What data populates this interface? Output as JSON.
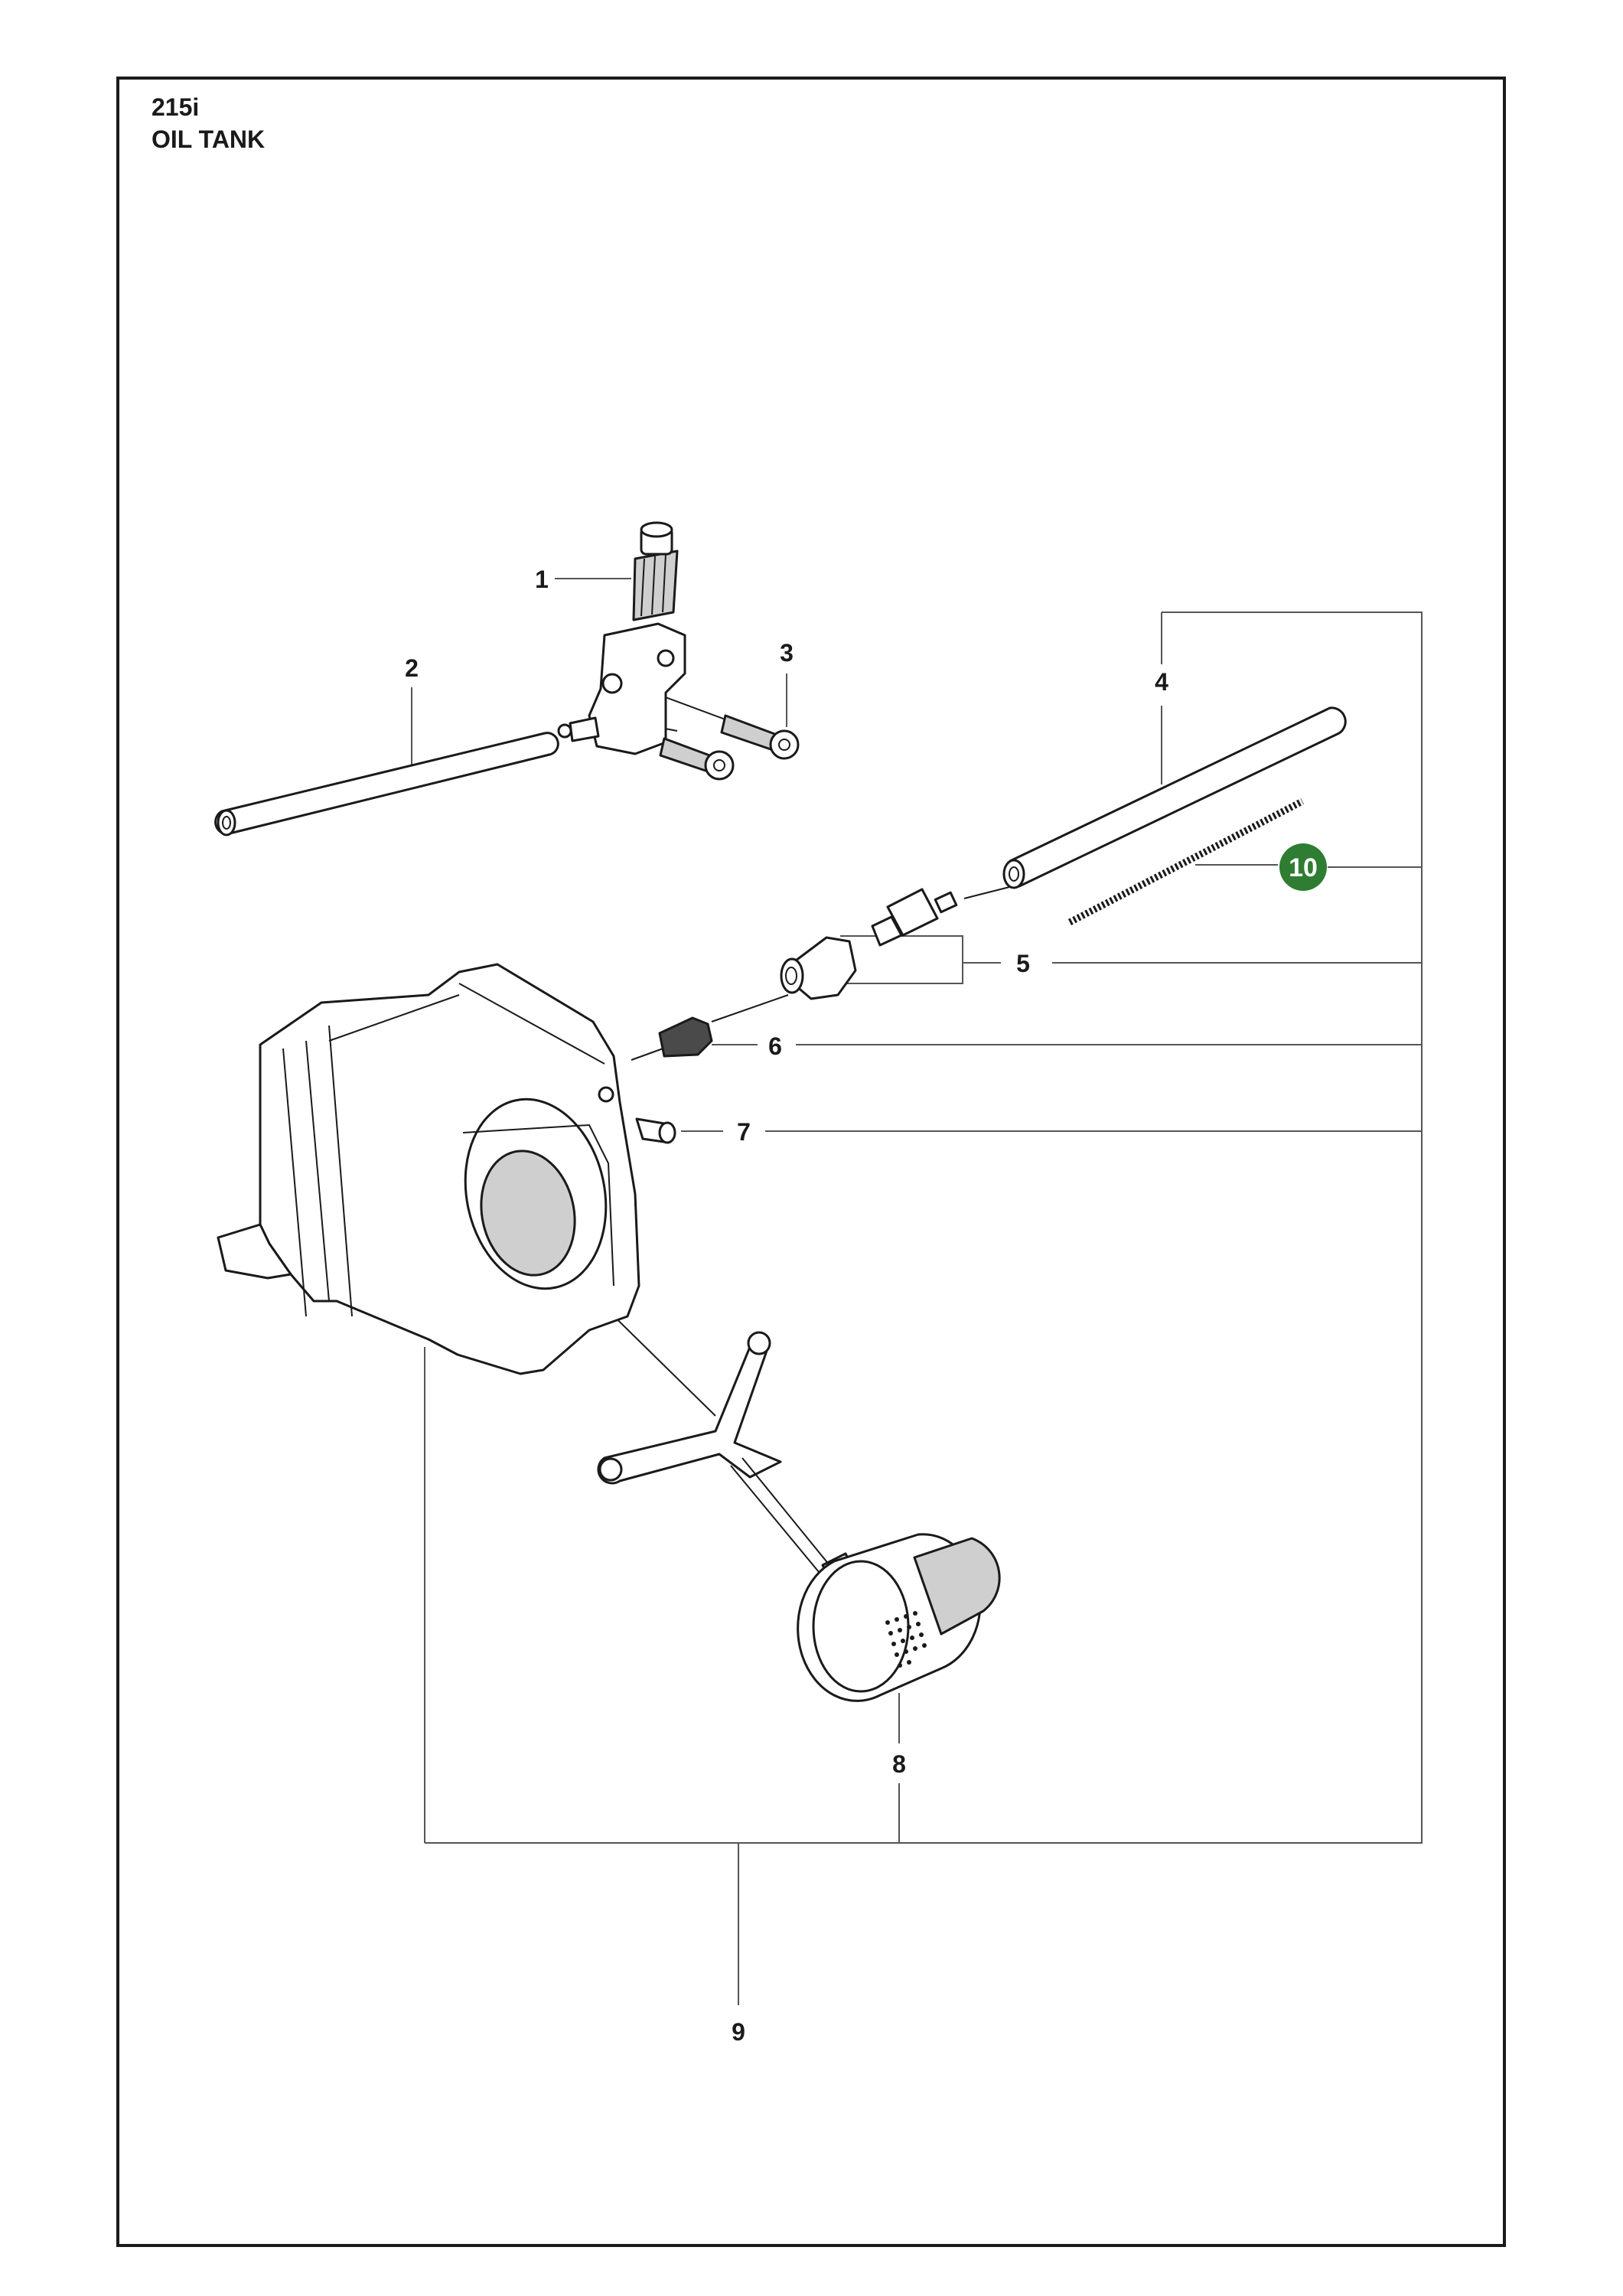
{
  "header": {
    "model": "215i",
    "section": "OIL TANK"
  },
  "callouts": {
    "c1": "1",
    "c2": "2",
    "c3": "3",
    "c4": "4",
    "c5": "5",
    "c6": "6",
    "c7": "7",
    "c8": "8",
    "c9": "9",
    "c10": "10"
  },
  "colors": {
    "highlight_badge": "#2e7d32",
    "line_art": "#1a1a1a",
    "leader_lines": "#555555"
  }
}
